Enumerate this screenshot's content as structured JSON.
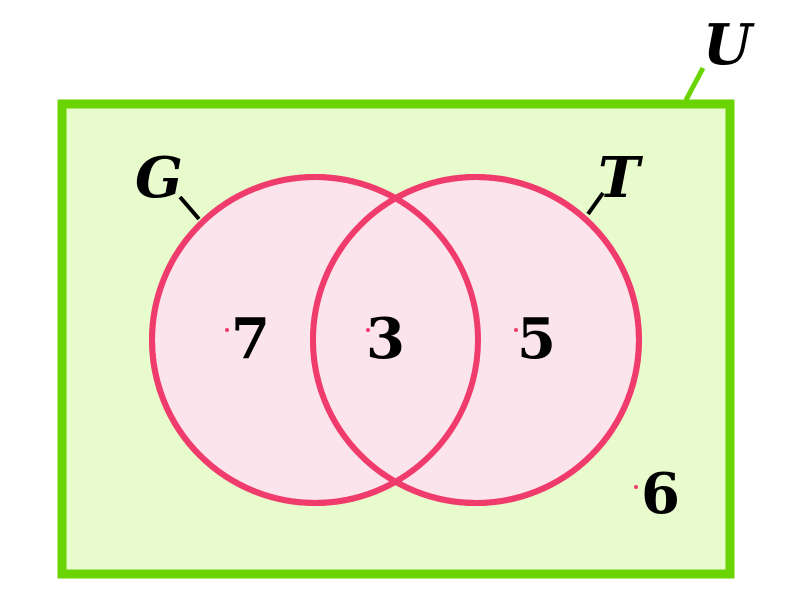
{
  "diagram": {
    "type": "venn-2-set",
    "universe": {
      "label": "U"
    },
    "sets": [
      {
        "id": "G",
        "label": "G"
      },
      {
        "id": "T",
        "label": "T"
      }
    ],
    "regions": {
      "only_G": "7",
      "G_and_T": "3",
      "only_T": "5",
      "outside": "6"
    },
    "colors": {
      "universe_fill": "#e8fbcd",
      "universe_stroke": "#6ad400",
      "circle_fill": "#fce4ec",
      "circle_stroke": "#f03c6c",
      "marker_dot": "#f03c6c",
      "text": "#000000"
    }
  }
}
